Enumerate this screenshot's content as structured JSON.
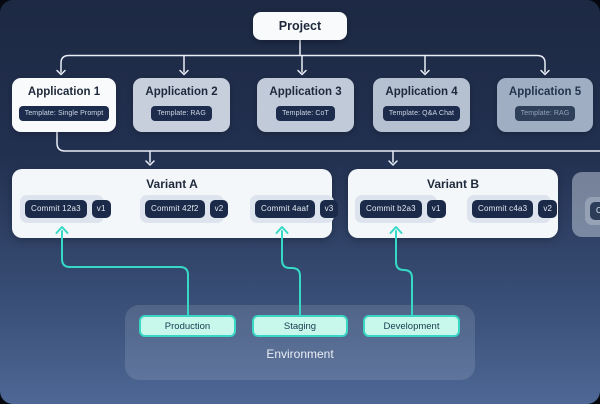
{
  "project": {
    "label": "Project"
  },
  "applications": [
    {
      "title": "Application 1",
      "template": "Template: Single Prompt",
      "highlighted": true
    },
    {
      "title": "Application 2",
      "template": "Template: RAG",
      "highlighted": false
    },
    {
      "title": "Application 3",
      "template": "Template: CoT",
      "highlighted": false
    },
    {
      "title": "Application 4",
      "template": "Template: Q&A Chat",
      "highlighted": false
    },
    {
      "title": "Application 5",
      "template": "Template: RAG",
      "highlighted": false
    }
  ],
  "variants": [
    {
      "title": "Variant A",
      "commits": [
        {
          "label": "Commit 12a3",
          "version": "v1"
        },
        {
          "label": "Commit 42f2",
          "version": "v2"
        },
        {
          "label": "Commit 4aaf",
          "version": "v3"
        }
      ]
    },
    {
      "title": "Variant B",
      "commits": [
        {
          "label": "Commit b2a3",
          "version": "v1"
        },
        {
          "label": "Commit c4a3",
          "version": "v2"
        }
      ]
    },
    {
      "title": "",
      "partial": true,
      "commits": [
        {
          "label": "Com",
          "version": ""
        }
      ]
    }
  ],
  "environment": {
    "label": "Environment",
    "buttons": [
      "Production",
      "Staging",
      "Development"
    ],
    "connections": [
      {
        "from": "Production",
        "to": "Variant A / Commit 12a3"
      },
      {
        "from": "Staging",
        "to": "Variant A / Commit 4aaf"
      },
      {
        "from": "Development",
        "to": "Variant B / Commit b2a3"
      }
    ]
  },
  "colors": {
    "accent_teal": "#38d6c3",
    "mint_button": "#c8f8ec",
    "dark_navy_badge": "#1b2a49",
    "card_white": "#f8fafc",
    "background_top": "#1d2943",
    "background_bottom": "#4e6795"
  }
}
